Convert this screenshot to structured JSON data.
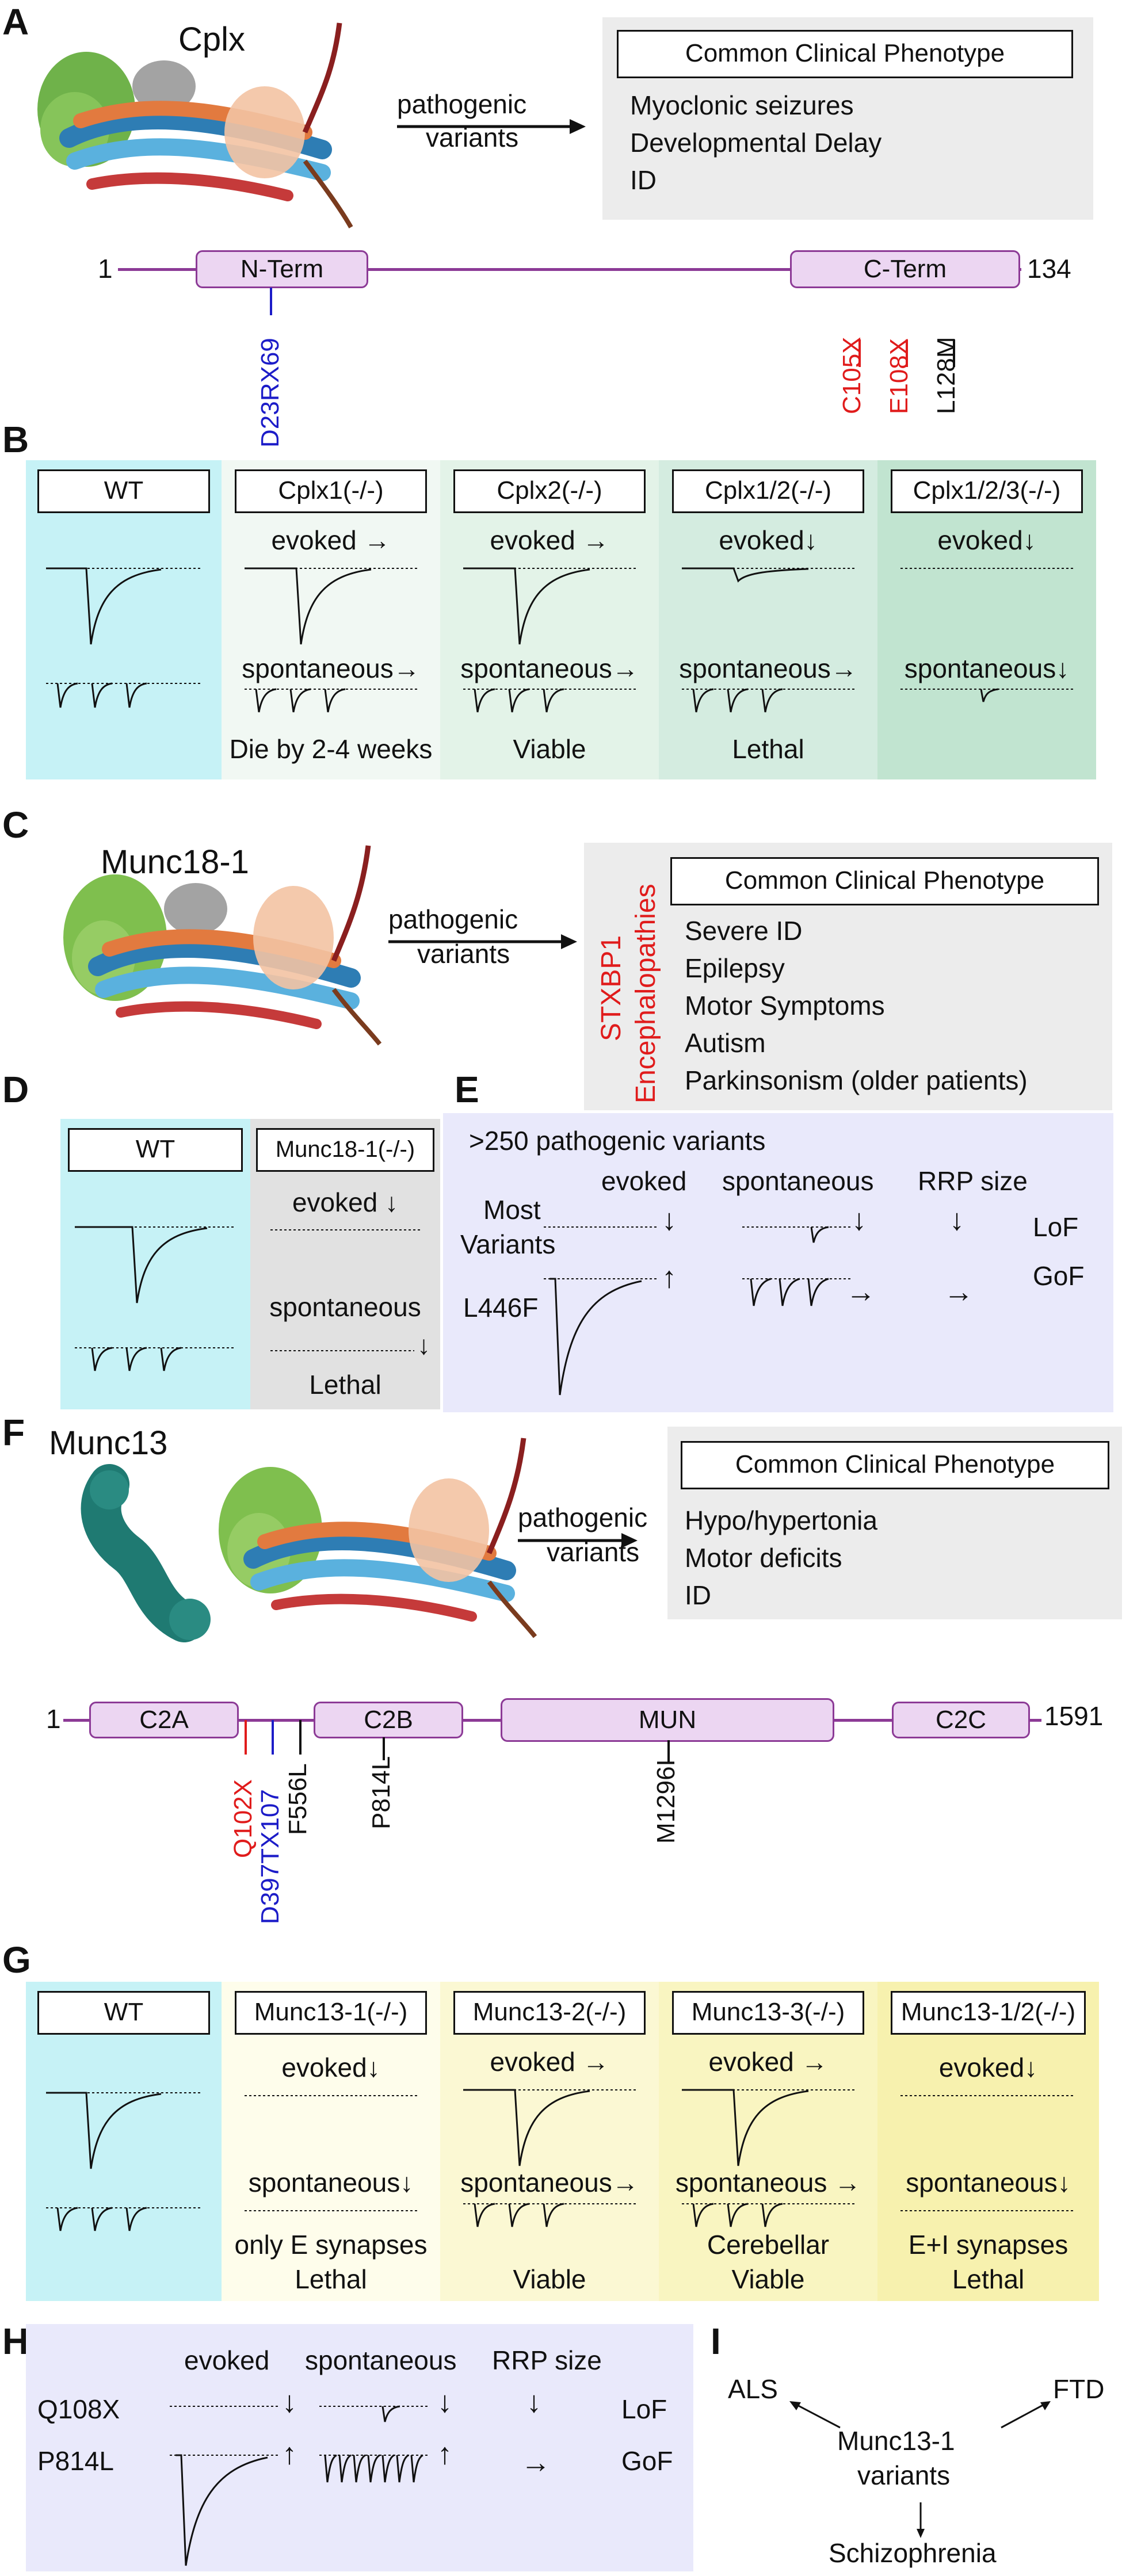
{
  "panelA": {
    "label": "A",
    "protein_name": "Cplx",
    "arrow_text": [
      "pathogenic",
      "variants"
    ],
    "phenotype_title": "Common Clinical Phenotype",
    "phenotypes": [
      "Myoclonic seizures",
      "Developmental Delay",
      "ID"
    ],
    "protein_start": "1",
    "protein_end": "134",
    "domains": [
      "N-Term",
      "C-Term"
    ],
    "variants": [
      {
        "name": "D23RX69",
        "color": "#1c1cc8"
      },
      {
        "name": "C105X",
        "color": "#e01b1b"
      },
      {
        "name": "E108X",
        "color": "#e01b1b"
      },
      {
        "name": "L128M",
        "color": "#111111"
      }
    ]
  },
  "panelB": {
    "label": "B",
    "columns": [
      {
        "header": "WT",
        "bg": "#c6f2f6"
      },
      {
        "header": "Cplx1(-/-)",
        "bg": "#f1f8f3",
        "evoked": "evoked →",
        "spontaneous": "spontaneous→",
        "outcome": "Die by 2-4 weeks"
      },
      {
        "header": "Cplx2(-/-)",
        "bg": "#e3f3e8",
        "evoked": "evoked →",
        "spontaneous": "spontaneous→",
        "outcome": "Viable"
      },
      {
        "header": "Cplx1/2(-/-)",
        "bg": "#d4ece0",
        "evoked": "evoked↓",
        "spontaneous": "spontaneous→",
        "outcome": "Lethal"
      },
      {
        "header": "Cplx1/2/3(-/-)",
        "bg": "#c1e4d0",
        "evoked": "evoked↓",
        "spontaneous": "spontaneous↓",
        "outcome": ""
      }
    ]
  },
  "panelC": {
    "label": "C",
    "protein_name": "Munc18-1",
    "arrow_text": [
      "pathogenic",
      "variants"
    ],
    "vertical_label": [
      "STXBP1",
      "Encephalopathies"
    ],
    "phenotype_title": "Common Clinical Phenotype",
    "phenotypes": [
      "Severe ID",
      "Epilepsy",
      "Motor Symptoms",
      "Autism",
      "Parkinsonism (older patients)"
    ]
  },
  "panelD": {
    "label": "D",
    "wt_header": "WT",
    "ko_header": "Munc18-1(-/-)",
    "evoked": "evoked ↓",
    "spontaneous": "spontaneous",
    "outcome": "Lethal",
    "down_arrow": "↓"
  },
  "panelE": {
    "label": "E",
    "title": ">250 pathogenic variants",
    "col_headers": [
      "evoked",
      "spontaneous",
      "RRP size"
    ],
    "rows": [
      {
        "name": [
          "Most",
          "Variants"
        ],
        "evoked_arrow": "↓",
        "spont_arrow": "↓",
        "rrp": "↓",
        "type": "LoF"
      },
      {
        "name": [
          "L446F"
        ],
        "evoked_arrow": "↑",
        "spont_arrow": "→",
        "rrp": "→",
        "type": "GoF"
      }
    ]
  },
  "panelF": {
    "label": "F",
    "protein_name": "Munc13",
    "arrow_text": [
      "pathogenic",
      "variants"
    ],
    "phenotype_title": "Common Clinical Phenotype",
    "phenotypes": [
      "Hypo/hypertonia",
      "Motor deficits",
      "ID"
    ],
    "protein_start": "1",
    "protein_end": "1591",
    "domains": [
      "C2A",
      "C2B",
      "MUN",
      "C2C"
    ],
    "variants": [
      {
        "name": "Q102X",
        "color": "#e01b1b"
      },
      {
        "name": "D397TX107",
        "color": "#1c1cc8"
      },
      {
        "name": "F556L",
        "color": "#111111"
      },
      {
        "name": "P814L",
        "color": "#111111"
      },
      {
        "name": "M1296I",
        "color": "#111111"
      }
    ]
  },
  "panelG": {
    "label": "G",
    "columns": [
      {
        "header": "WT",
        "bg": "#c6f2f6",
        "evoked": "",
        "spontaneous": "",
        "outcome": [
          ""
        ]
      },
      {
        "header": "Munc13-1(-/-)",
        "bg": "#fefdeb",
        "evoked": "evoked↓",
        "spontaneous": "spontaneous↓",
        "outcome": [
          "only E synapses",
          "Lethal"
        ]
      },
      {
        "header": "Munc13-2(-/-)",
        "bg": "#fbf8d3",
        "evoked": "evoked →",
        "spontaneous": "spontaneous→",
        "outcome": [
          "Viable"
        ]
      },
      {
        "header": "Munc13-3(-/-)",
        "bg": "#f9f5c1",
        "evoked": "evoked →",
        "spontaneous": "spontaneous →",
        "outcome": [
          "Cerebellar",
          "Viable"
        ]
      },
      {
        "header": "Munc13-1/2(-/-)",
        "bg": "#f7f1ae",
        "evoked": "evoked↓",
        "spontaneous": "spontaneous↓",
        "outcome": [
          "E+I synapses",
          "Lethal"
        ]
      }
    ]
  },
  "panelH": {
    "label": "H",
    "col_headers": [
      "evoked",
      "spontaneous",
      "RRP size"
    ],
    "rows": [
      {
        "name": "Q108X",
        "evoked_arrow": "↓",
        "spont_arrow": "↓",
        "rrp": "↓",
        "type": "LoF"
      },
      {
        "name": "P814L",
        "evoked_arrow": "↑",
        "spont_arrow": "↑",
        "rrp": "→",
        "type": "GoF"
      }
    ]
  },
  "panelI": {
    "label": "I",
    "center": [
      "Munc13-1",
      "variants"
    ],
    "targets": [
      "ALS",
      "FTD",
      "Schizophrenia"
    ]
  }
}
